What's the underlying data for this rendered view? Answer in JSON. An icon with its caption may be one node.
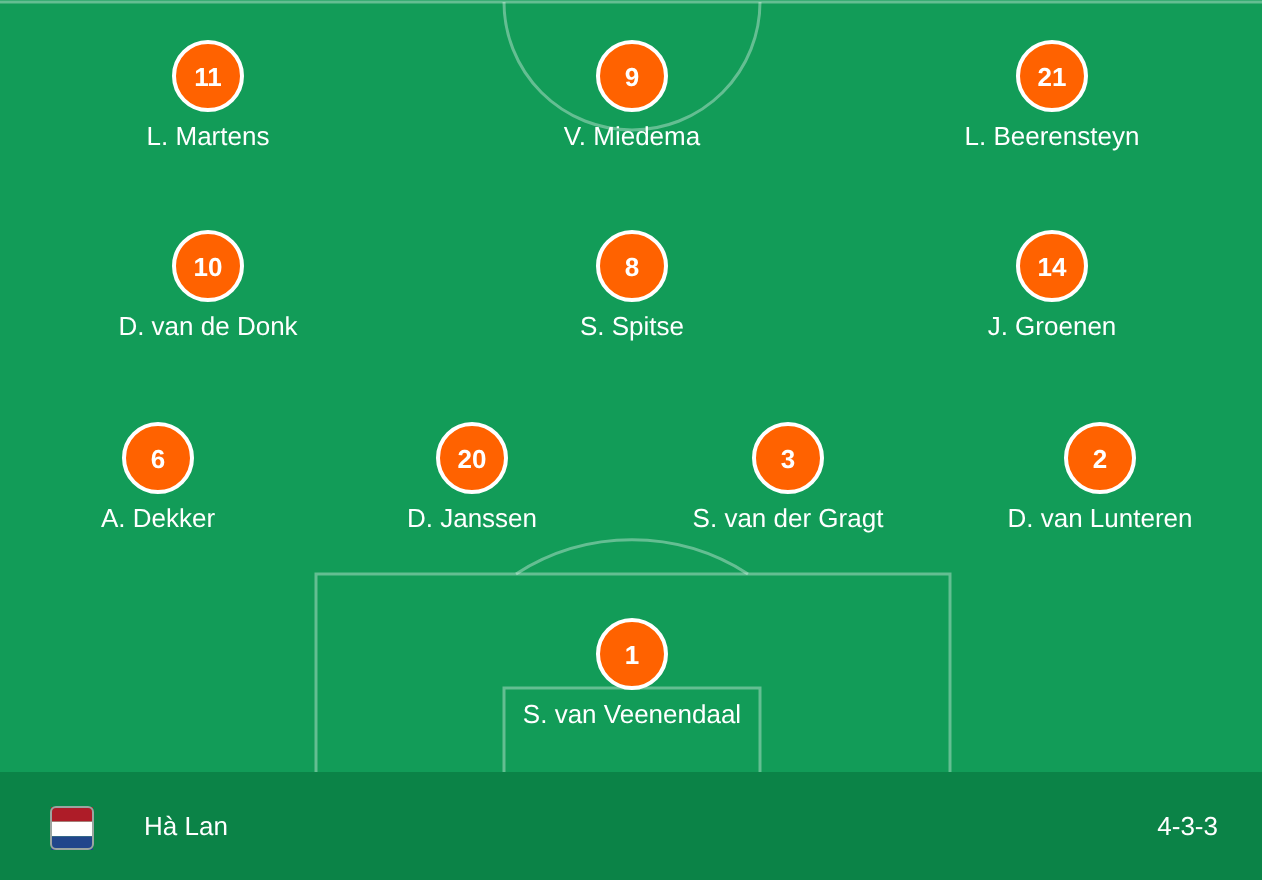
{
  "diagram": {
    "nodes": [
      {
        "text": [
          "11"
        ],
        "beside": [
          "L. Martens"
        ]
      },
      {
        "text": [
          "9"
        ],
        "beside": [
          "V. Miedema"
        ]
      },
      {
        "text": [
          "21"
        ],
        "beside": [
          "L. Beerensteyn"
        ]
      },
      {
        "text": [
          "10"
        ],
        "beside": [
          "D. van de Donk"
        ]
      },
      {
        "text": [
          "8"
        ],
        "beside": [
          "S. Spitse"
        ]
      },
      {
        "text": [
          "14"
        ],
        "beside": [
          "J. Groenen"
        ]
      },
      {
        "text": [
          "6"
        ],
        "beside": [
          "A. Dekker"
        ]
      },
      {
        "text": [
          "20"
        ],
        "beside": [
          "D. Janssen"
        ]
      },
      {
        "text": [
          "3"
        ],
        "beside": [
          "S. van der Gragt"
        ]
      },
      {
        "text": [
          "2"
        ],
        "beside": [
          "D. van Lunteren"
        ]
      },
      {
        "text": [
          "1"
        ],
        "beside": [
          "S. van Veenendaal"
        ]
      }
    ],
    "labels": [
      "Hà Lan",
      "4-3-3"
    ]
  }
}
